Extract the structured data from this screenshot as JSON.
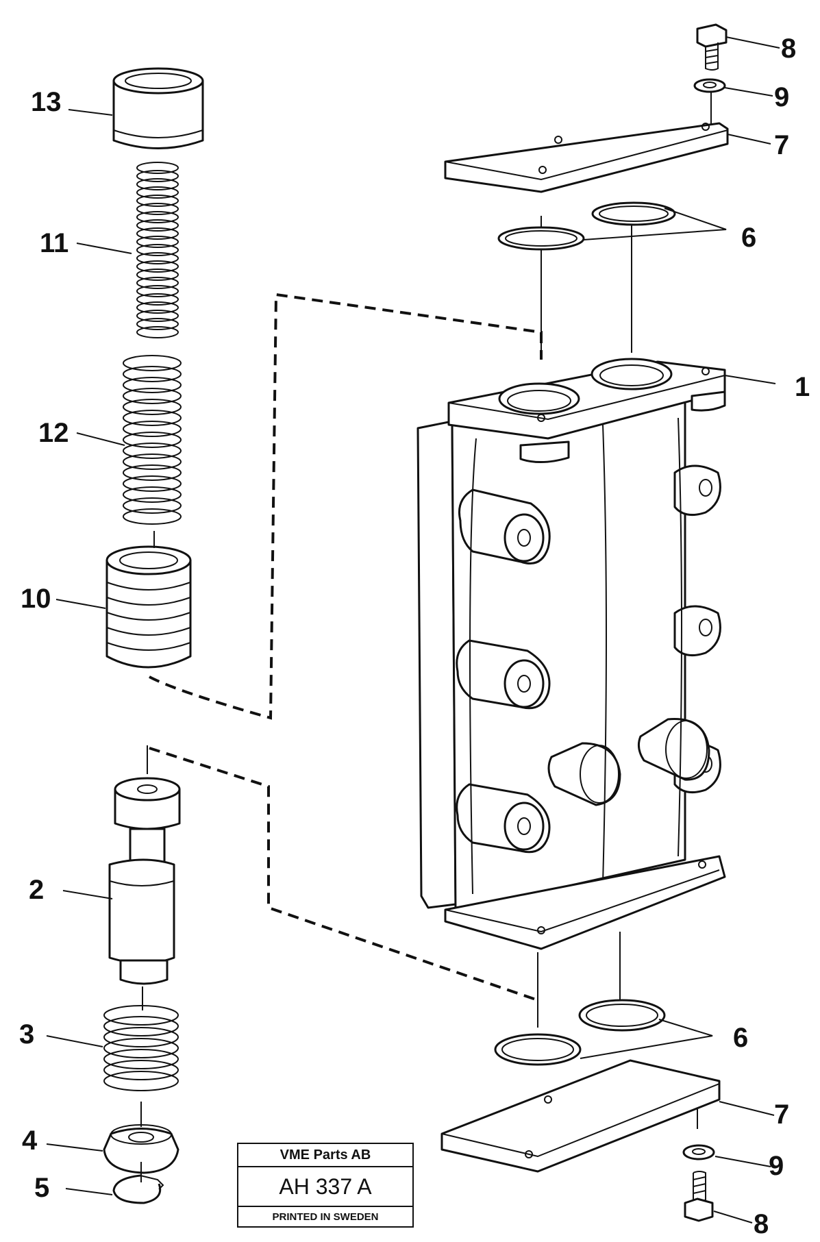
{
  "callouts": {
    "c1": "1",
    "c2": "2",
    "c3": "3",
    "c4": "4",
    "c5": "5",
    "c6_top": "6",
    "c6_bottom": "6",
    "c7_top": "7",
    "c7_bottom": "7",
    "c8_top": "8",
    "c8_bottom": "8",
    "c9_top": "9",
    "c9_bottom": "9",
    "c10": "10",
    "c11": "11",
    "c12": "12",
    "c13": "13"
  },
  "title_block": {
    "company": "VME Parts AB",
    "code": "AH 337 A",
    "printed": "PRINTED IN SWEDEN"
  }
}
